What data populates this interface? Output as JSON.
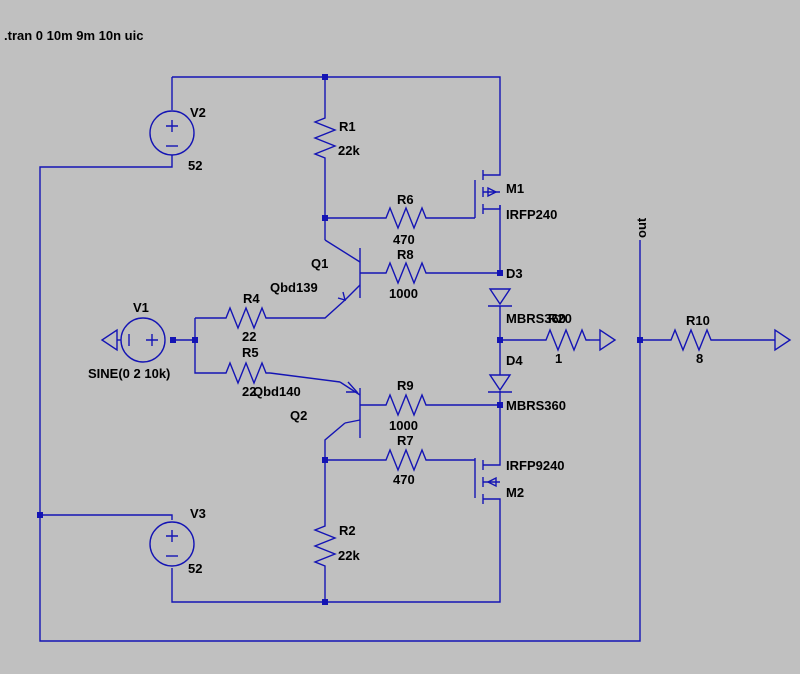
{
  "directive": ".tran 0 10m 9m 10n uic",
  "components": {
    "V1": {
      "name": "V1",
      "value": "SINE(0 2 10k)"
    },
    "V2": {
      "name": "V2",
      "value": "52"
    },
    "V3": {
      "name": "V3",
      "value": "52"
    },
    "R1": {
      "name": "R1",
      "value": "22k"
    },
    "R2": {
      "name": "R2",
      "value": "22k"
    },
    "R4": {
      "name": "R4",
      "value": "22"
    },
    "R5": {
      "name": "R5",
      "value": "22"
    },
    "R6": {
      "name": "R6",
      "value": "470"
    },
    "R7": {
      "name": "R7",
      "value": "470"
    },
    "R8": {
      "name": "R8",
      "value": "1000"
    },
    "R9": {
      "name": "R9",
      "value": "1000"
    },
    "R10": {
      "name": "R10",
      "value": "8"
    },
    "Rx": {
      "name": "R20",
      "value": "1"
    },
    "Q1": {
      "name": "Q1",
      "value": "Qbd139"
    },
    "Q2": {
      "name": "Q2",
      "value": "Qbd140"
    },
    "M1": {
      "name": "M1",
      "value": "IRFP240"
    },
    "M2": {
      "name": "M2",
      "value": "IRFP9240"
    },
    "D3": {
      "name": "D3",
      "value": "MBRS360"
    },
    "D4": {
      "name": "D4",
      "value": "MBRS360"
    }
  },
  "net_labels": {
    "out": "out"
  },
  "colors": {
    "background": "#c0c0c0",
    "wire": "#1414b4",
    "text": "#000000"
  }
}
